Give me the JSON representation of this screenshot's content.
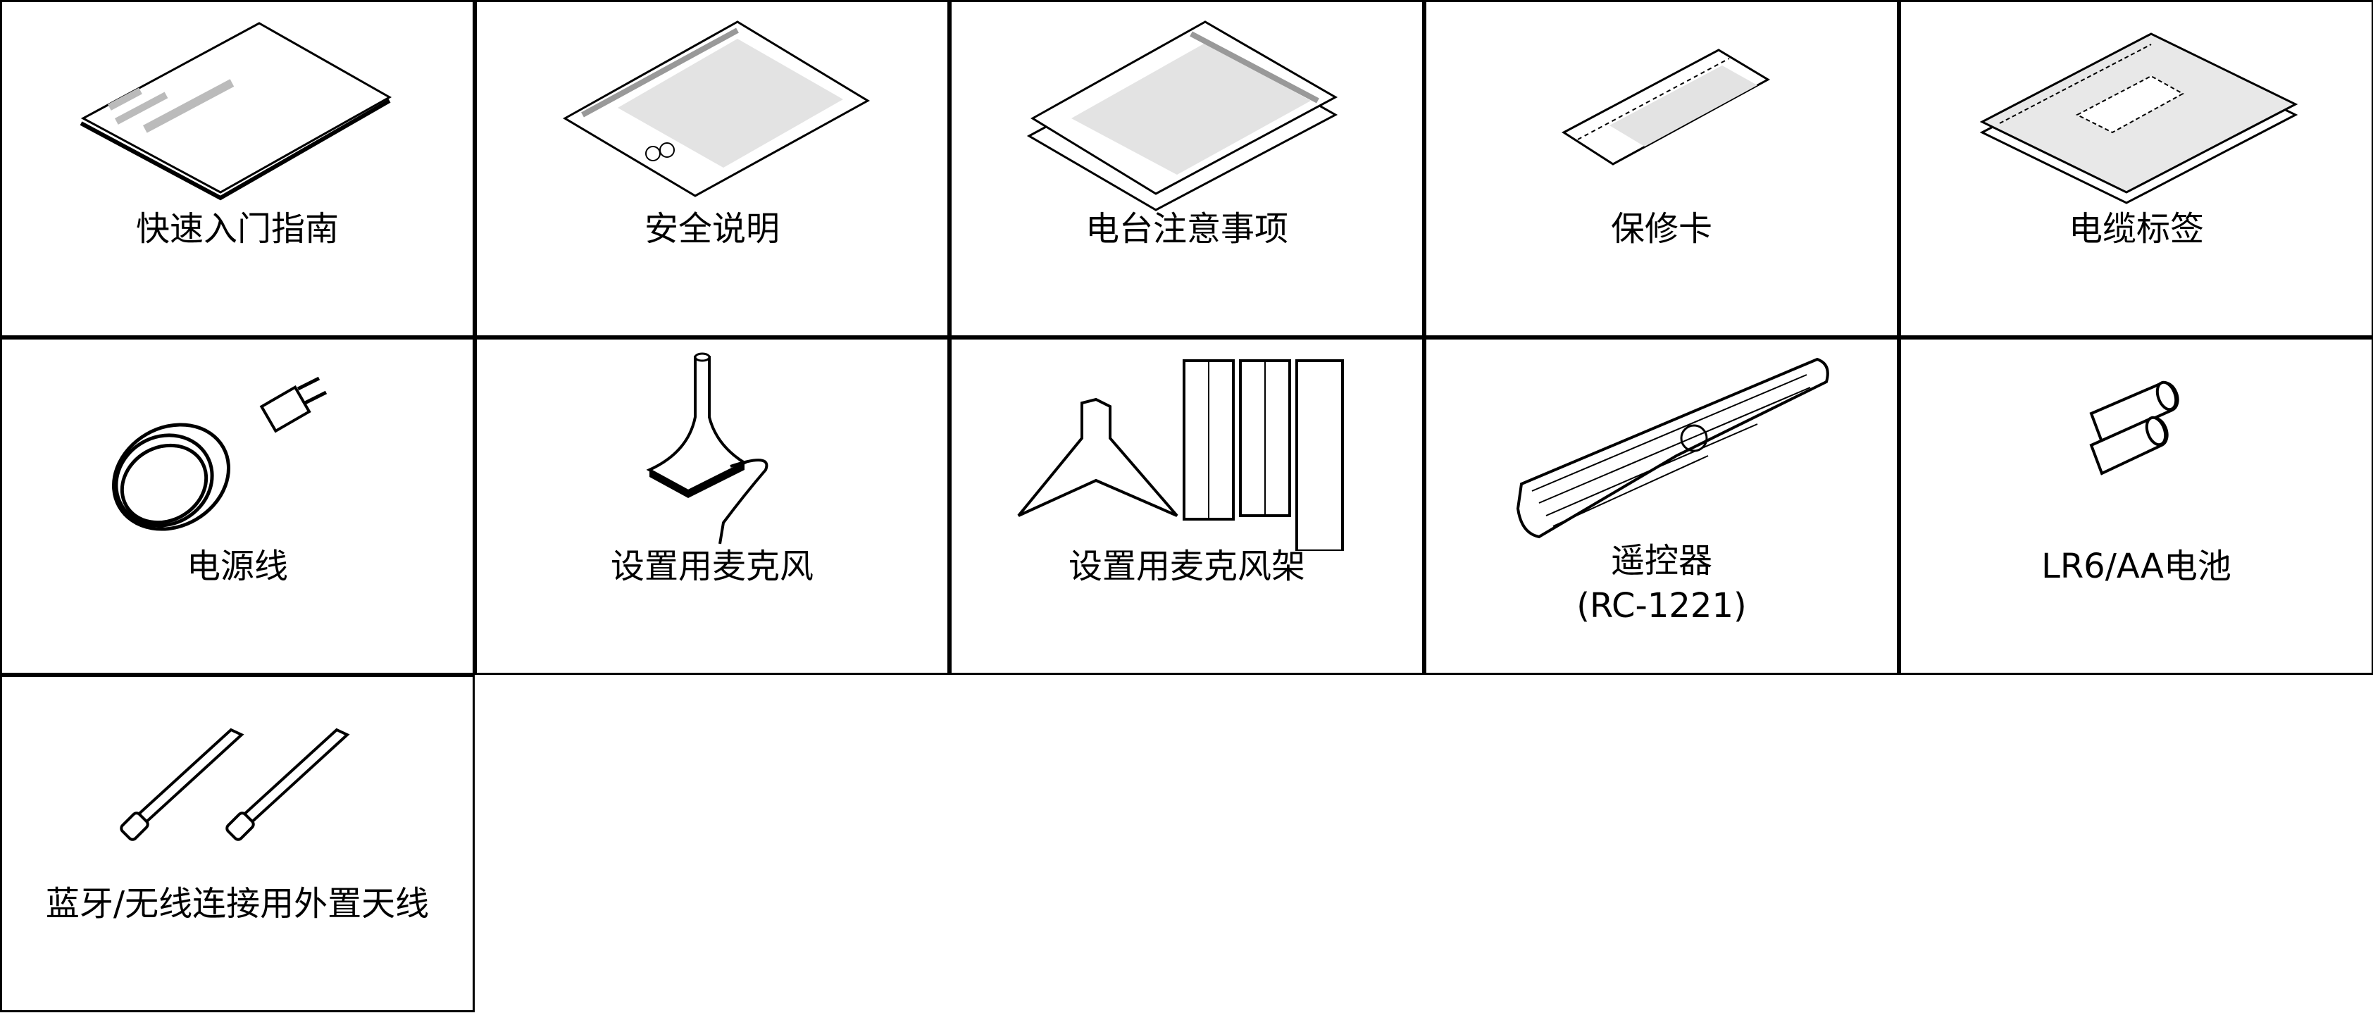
{
  "items": [
    {
      "label": "快速入门指南",
      "icon": "quick-start-guide-icon"
    },
    {
      "label": "安全说明",
      "icon": "safety-instructions-icon"
    },
    {
      "label": "电台注意事项",
      "icon": "radio-notes-icon"
    },
    {
      "label": "保修卡",
      "icon": "warranty-card-icon"
    },
    {
      "label": "电缆标签",
      "icon": "cable-labels-icon"
    },
    {
      "label": "电源线",
      "icon": "power-cord-icon"
    },
    {
      "label": "设置用麦克风",
      "icon": "setup-microphone-icon"
    },
    {
      "label": "设置用麦克风架",
      "icon": "microphone-stand-icon"
    },
    {
      "label": "遥控器",
      "sublabel": "(RC-1221)",
      "icon": "remote-control-icon"
    },
    {
      "label": "LR6/AA电池",
      "icon": "batteries-icon"
    },
    {
      "label": "蓝牙/无线连接用外置天线",
      "icon": "antennas-icon"
    }
  ],
  "colors": {
    "line": "#000000",
    "fill_gray": "#d9d9d9",
    "background": "#ffffff"
  }
}
